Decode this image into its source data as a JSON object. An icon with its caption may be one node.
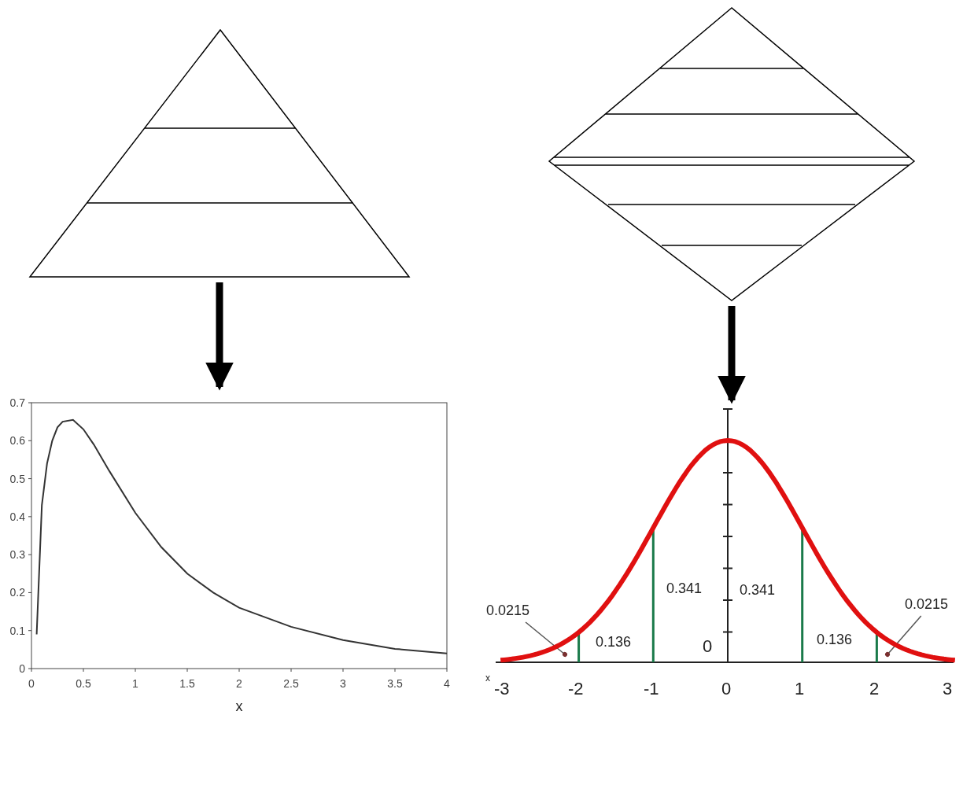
{
  "diagram": {
    "nodes": [
      {
        "text": [],
        "shape": "triangle"
      },
      {
        "text": [],
        "shape": "diamond"
      },
      {
        "text": [],
        "shape": "picture"
      },
      {
        "text": [],
        "shape": "picture"
      },
      {
        "text": [
          "0.0215"
        ],
        "in": 3
      },
      {
        "text": [
          "0.0215"
        ],
        "in": 3
      }
    ],
    "edges": [
      {
        "from": 0,
        "to": 2,
        "arrow": "to",
        "style": "thick"
      },
      {
        "from": 1,
        "to": 3,
        "arrow": "to",
        "style": "thick"
      },
      {
        "from": 4,
        "to": null,
        "arrow": "other"
      },
      {
        "from": 5,
        "to": null,
        "arrow": "other"
      }
    ],
    "labels": [
      "0.341",
      "0.341",
      "0.136",
      "0.136",
      "0",
      "x",
      "-3",
      "-2",
      "-1",
      "0",
      "1",
      "2",
      "3"
    ],
    "chart_data": {
      "type": "line",
      "xlabel": "x",
      "x": [
        0.05,
        0.1,
        0.15,
        0.2,
        0.25,
        0.3,
        0.4,
        0.5,
        0.6,
        0.75,
        1,
        1.25,
        1.5,
        1.75,
        2,
        2.5,
        3,
        3.5,
        4
      ],
      "series": [
        {
          "color": "#333333",
          "values": [
            0.09,
            0.43,
            0.54,
            0.6,
            0.635,
            0.65,
            0.655,
            0.63,
            0.59,
            0.52,
            0.41,
            0.32,
            0.25,
            0.2,
            0.16,
            0.11,
            0.075,
            0.052,
            0.04
          ]
        }
      ],
      "xlim": [
        0,
        4
      ],
      "ylim": [
        0,
        0.7
      ],
      "xticks": [
        0,
        0.5,
        1,
        1.5,
        2,
        2.5,
        3,
        3.5,
        4
      ],
      "yticks": [
        0,
        0.1,
        0.2,
        0.3,
        0.4,
        0.5,
        0.6,
        0.7
      ]
    }
  }
}
